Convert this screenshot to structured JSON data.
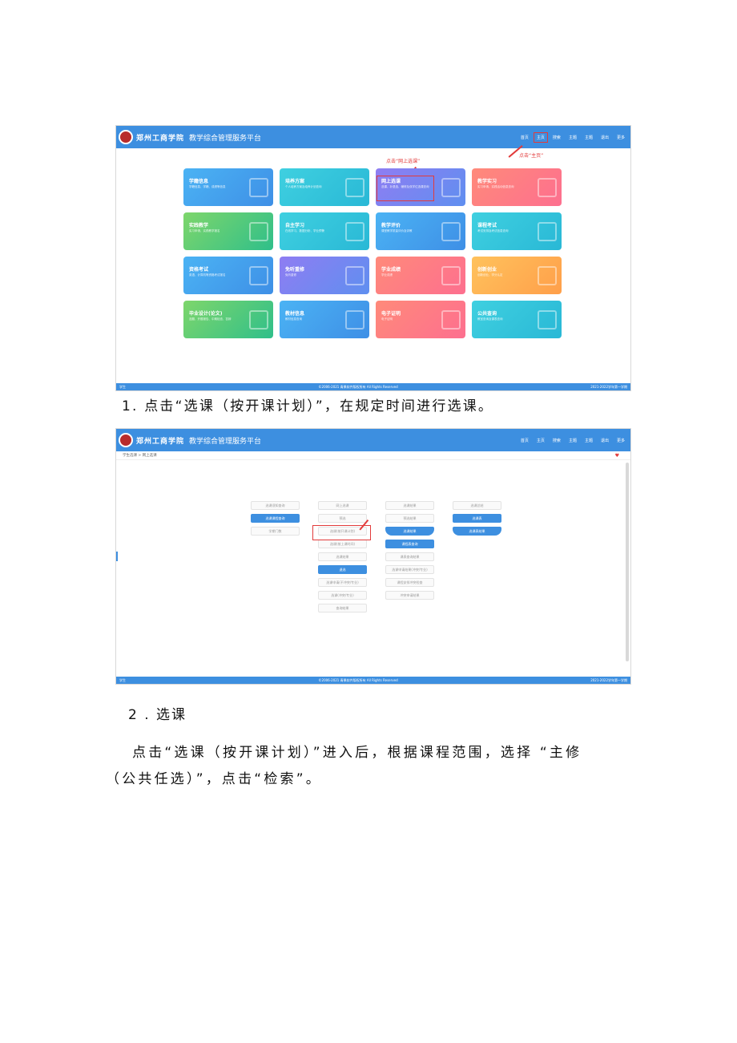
{
  "screenshot1": {
    "school_name": "郑州工商学院",
    "system_title": "教学综合管理服务平台",
    "nav": [
      "首页",
      "主页",
      "搜索",
      "主题",
      "主题",
      "退出",
      "更多"
    ],
    "annotations": {
      "main": "点击“主页”",
      "select": "点击“网上选课”"
    },
    "tiles": [
      {
        "title": "学籍信息",
        "desc": "学籍信息、学籍、成绩等信息",
        "color": "g-blue"
      },
      {
        "title": "培养方案",
        "desc": "个人培养方案及培养计划查询",
        "color": "g-cyan"
      },
      {
        "title": "网上选课",
        "desc": "选课、补退选、辅修及双学位选课查询",
        "color": "g-purple"
      },
      {
        "title": "教学实习",
        "desc": "实习申请、实践活动信息查询",
        "color": "g-pink"
      },
      {
        "title": "实践教学",
        "desc": "实习申请、实践教学报名",
        "color": "g-green"
      },
      {
        "title": "自主学习",
        "desc": "在线学习、数据分析、学业预警",
        "color": "g-cyan"
      },
      {
        "title": "教学评价",
        "desc": "课堂教学质量评价及评教",
        "color": "g-blue"
      },
      {
        "title": "课程考试",
        "desc": "考试安排及考试信息查询",
        "color": "g-cyan"
      },
      {
        "title": "资格考试",
        "desc": "英语、计算机等资格考试报名",
        "color": "g-blue"
      },
      {
        "title": "免听重修",
        "desc": "免听重修",
        "color": "g-purple"
      },
      {
        "title": "学业成绩",
        "desc": "学业成绩",
        "color": "g-pink"
      },
      {
        "title": "创新创业",
        "desc": "创新创业、学分认定",
        "color": "g-orange"
      },
      {
        "title": "毕业设计(论文)",
        "desc": "选题、开题报告、中期检查、答辩",
        "color": "g-green"
      },
      {
        "title": "教材信息",
        "desc": "教材信息查询",
        "color": "g-blue"
      },
      {
        "title": "电子证明",
        "desc": "电子证明",
        "color": "g-pink"
      },
      {
        "title": "公共查询",
        "desc": "教室查询及课表查询",
        "color": "g-cyan"
      }
    ],
    "footer": {
      "user": "学生",
      "copyright": "©2006-2021 青果软件版权所有 All Rights Reserved",
      "term": "2021-2022学年第一学期"
    }
  },
  "screenshot2": {
    "school_name": "郑州工商学院",
    "system_title": "教学综合管理服务平台",
    "nav": [
      "首页",
      "主页",
      "搜索",
      "主题",
      "主题",
      "退出",
      "更多"
    ],
    "breadcrumb": "学生选课 > 网上选课",
    "columns": [
      [
        {
          "label": "选课须知查询",
          "on": false
        },
        {
          "label": "选课课程查询",
          "on": true
        },
        {
          "label": "学期门数",
          "on": false
        }
      ],
      [
        {
          "label": "网上选课",
          "on": false
        },
        {
          "label": "预选",
          "on": false
        },
        {
          "label": "选课(按开课计划)",
          "on": false
        },
        {
          "label": "选课(按上课时间)",
          "on": false
        },
        {
          "label": "选课结果",
          "on": false
        },
        {
          "label": "退选",
          "on": true
        },
        {
          "label": "选课申请(不冲突/专业)",
          "on": false
        },
        {
          "label": "选课(冲突/专业)",
          "on": false
        },
        {
          "label": "查询结果",
          "on": false
        }
      ],
      [
        {
          "label": "选课结果",
          "on": false
        },
        {
          "label": "预选结果",
          "on": false
        },
        {
          "label": "选课结果",
          "on": true,
          "tab": true
        },
        {
          "label": "课程表查询",
          "on": true
        },
        {
          "label": "课表查询结果",
          "on": false
        },
        {
          "label": "选课申请结果(冲突/专业)",
          "on": false
        },
        {
          "label": "课程安排冲突检查",
          "on": false
        },
        {
          "label": "冲突申请结果",
          "on": false
        }
      ],
      [
        {
          "label": "选课总结",
          "on": false
        },
        {
          "label": "选课表",
          "on": true
        },
        {
          "label": "选课表结果",
          "on": true,
          "tab": true
        }
      ]
    ],
    "footer": {
      "user": "学生",
      "copyright": "©2006-2021 青果软件版权所有 All Rights Reserved",
      "term": "2021-2022学年第一学期"
    }
  },
  "document": {
    "caption1": "1. 点击“选课（按开课计划）”，在规定时间进行选课。",
    "caption2": "2 . 选课",
    "paragraph_line1": "点击“选课（按开课计划）”进入后，根据课程范围，选择 “主修",
    "paragraph_line2": "（公共任选）”，点击“检索”。"
  }
}
